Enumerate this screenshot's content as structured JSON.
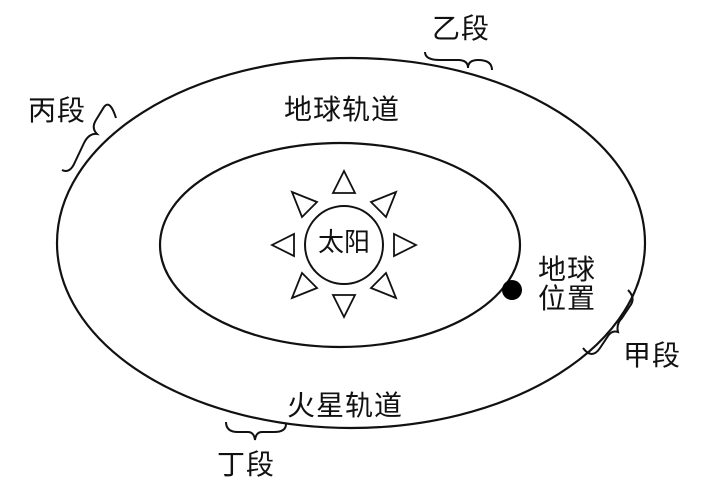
{
  "diagram": {
    "labels": {
      "earth_orbit": "地球轨道",
      "mars_orbit": "火星轨道",
      "sun": "太阳",
      "earth_position_line1": "地球",
      "earth_position_line2": "位置",
      "segment_jia": "甲段",
      "segment_yi": "乙段",
      "segment_bing": "丙段",
      "segment_ding": "丁段"
    },
    "colors": {
      "line": "#111111",
      "background": "#ffffff"
    }
  }
}
